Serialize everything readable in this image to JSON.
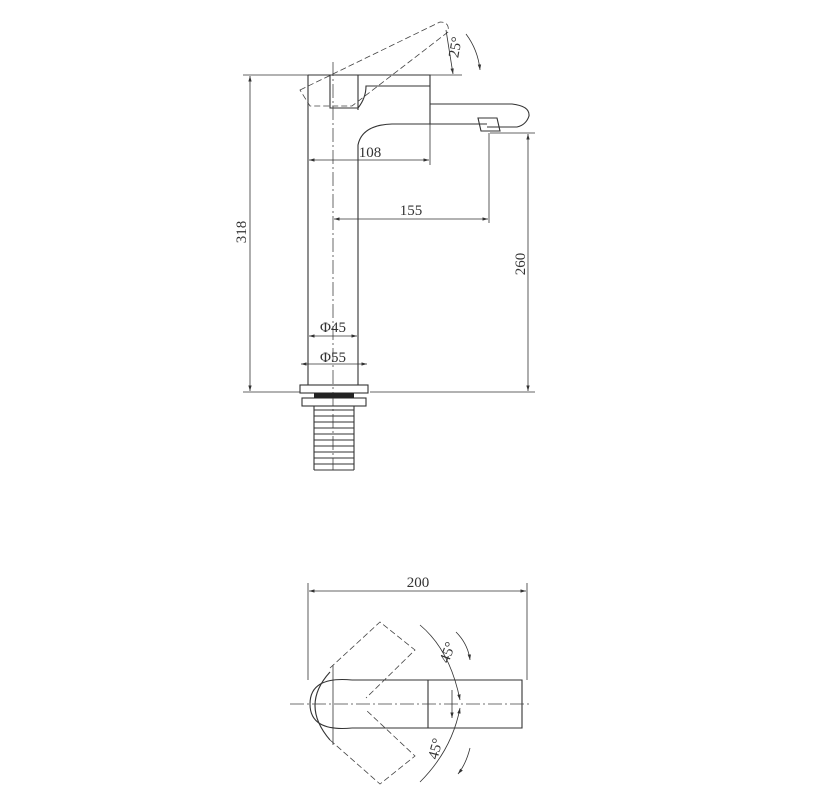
{
  "dimensions": {
    "total_height": "318",
    "spout_height": "260",
    "spout_reach": "155",
    "lever_length": "108",
    "body_diameter": "Φ45",
    "base_diameter": "Φ55",
    "lever_tilt_angle": "25°",
    "top_width": "200",
    "rotation_angle_upper": "45°",
    "rotation_angle_lower": "45°"
  },
  "colors": {
    "line": "#333333",
    "background": "#ffffff"
  }
}
